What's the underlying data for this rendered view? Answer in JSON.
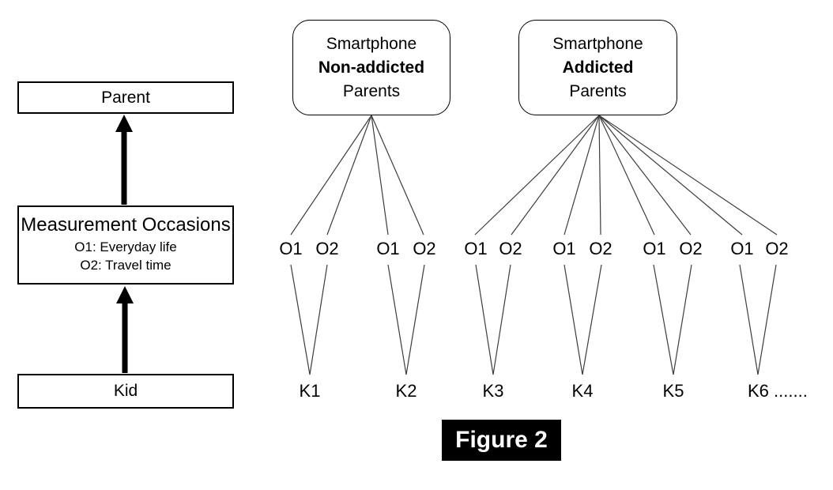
{
  "left_flow": {
    "parent_box": "Parent",
    "measurement_box": {
      "title": "Measurement Occasions",
      "line1": "O1: Everyday life",
      "line2": "O2: Travel time"
    },
    "kid_box": "Kid"
  },
  "groups": {
    "non_addicted": {
      "line1": "Smartphone",
      "line2": "Non-addicted",
      "line3": "Parents"
    },
    "addicted": {
      "line1": "Smartphone",
      "line2": "Addicted",
      "line3": "Parents"
    }
  },
  "occasions": {
    "labels": [
      "O1",
      "O2",
      "O1",
      "O2",
      "O1",
      "O2",
      "O1",
      "O2",
      "O1",
      "O2",
      "O1",
      "O2"
    ]
  },
  "kids": {
    "labels": [
      "K1",
      "K2",
      "K3",
      "K4",
      "K5",
      "K6 ......."
    ]
  },
  "figure": {
    "label": "Figure 2"
  },
  "colors": {
    "line": "#3d3d3d",
    "arrow": "#000000",
    "caption_bg": "#000000"
  }
}
